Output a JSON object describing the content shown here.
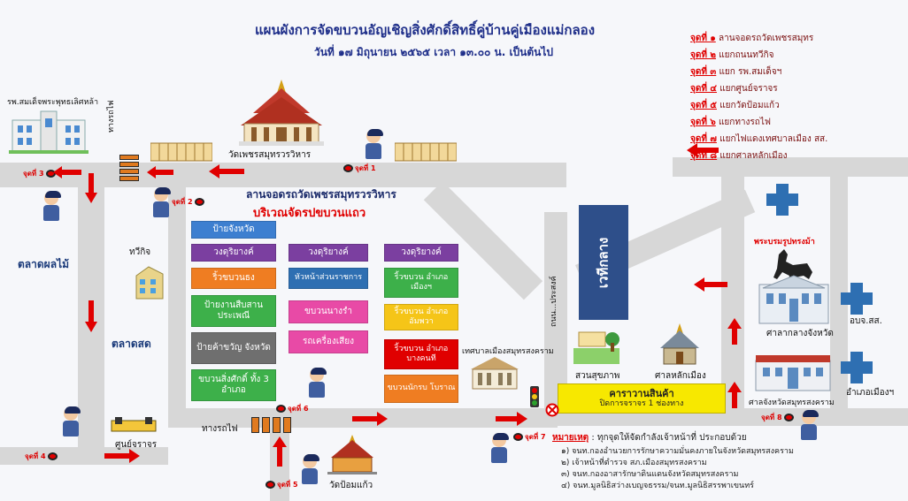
{
  "title": "แผนผังการจัดขบวนอัญเชิญสิ่งศักดิ์สิทธิ์คู่บ้านคู่เมืองแม่กลอง",
  "subtitle": "วันที่ ๑๗ มิถุนายน ๒๕๖๕ เวลา ๑๓.๐๐ น. เป็นต้นไป",
  "legend": [
    {
      "point": "จุดที่ ๑",
      "place": "ลานจอดรถวัดเพชรสมุทร"
    },
    {
      "point": "จุดที่ ๒",
      "place": "แยกถนนทวีกิจ"
    },
    {
      "point": "จุดที่ ๓",
      "place": "แยก รพ.สมเด็จฯ"
    },
    {
      "point": "จุดที่ ๔",
      "place": "แยกศูนย์จราจร"
    },
    {
      "point": "จุดที่ ๕",
      "place": "แยกวัดป้อมแก้ว"
    },
    {
      "point": "จุดที่ ๖",
      "place": "แยกทางรถไฟ"
    },
    {
      "point": "จุดที่ ๗",
      "place": "แยกไฟแดงเทศบาลเมือง สส."
    },
    {
      "point": "จุดที่ ๘",
      "place": "แยกศาลหลักเมือง"
    }
  ],
  "points": {
    "p1": "จุดที่ 1",
    "p2": "จุดที่ 2",
    "p3": "จุดที่ 3",
    "p4": "จุดที่ 4",
    "p5": "จุดที่ 5",
    "p6": "จุดที่ 6",
    "p7": "จุดที่ 7",
    "p8": "จุดที่ 8"
  },
  "places": {
    "hospital": "รพ.สมเด็จพระพุทธเลิศหล้า",
    "railway_top": "ทางรถไฟ",
    "temple_main": "วัดเพชรสมุทรวรวิหาร",
    "parking": "ลานจอดรถวัดเพชรสมุทรวรวิหาร",
    "assembly": "บริเวณจัดรปขบวนแถว",
    "thawikit": "ทวีกิจ",
    "fruit_market": "ตลาดผลไม้",
    "fresh_market": "ตลาดสด",
    "traffic_center": "ศูนย์จราจร",
    "railway_bottom": "ทางรถไฟ",
    "wat_pom_kaew": "วัดป้อมแก้ว",
    "road_name": "ถนน...ประสงค์",
    "stage": "เวทีกลาง",
    "municipality": "เทศบาลเมืองสมุทรสงคราม",
    "park": "สวนสุขภาพ",
    "city_pillar": "ศาลหลักเมือง",
    "king_monument": "พระบรมรูปทรงม้า",
    "provincial_hall": "ศาลากลางจังหวัด",
    "provincial_court": "ศาลจังหวัดสมุทรสงคราม",
    "obj": "อบจ.สส.",
    "district_office": "อำเภอเมืองฯ"
  },
  "parade": [
    {
      "label": "ป้ายจังหวัด",
      "color": "#3d7fd0"
    },
    {
      "label": "วงดุริยางค์",
      "color": "#7b3fa0"
    },
    {
      "label": "ริ้วขบวนธง",
      "color": "#ef7d22"
    },
    {
      "label": "ป้ายงานสืบสาน ประเพณี",
      "color": "#3db04a"
    },
    {
      "label": "ป้ายค้าขวัญ จังหวัด",
      "color": "#6f6f6f"
    },
    {
      "label": "ขบวนสิ่งศักดิ์ ทั้ง 3 อำเภอ",
      "color": "#3db04a"
    },
    {
      "label": "วงดุริยางค์",
      "color": "#7b3fa0"
    },
    {
      "label": "หัวหน้าส่วนราชการ",
      "color": "#2e6fb2"
    },
    {
      "label": "ขบวนนางรำ",
      "color": "#e84aa6"
    },
    {
      "label": "รถเครื่องเสียง",
      "color": "#e84aa6"
    },
    {
      "label": "วงดุริยางค์",
      "color": "#7b3fa0"
    },
    {
      "label": "ริ้วขบวน อำเภอเมืองฯ",
      "color": "#3db04a"
    },
    {
      "label": "ริ้วขบวน อำเภออัมพวา",
      "color": "#f5c518"
    },
    {
      "label": "ริ้วขบวน อำเภอบางคนที",
      "color": "#e00000"
    },
    {
      "label": "ขบวนนักรบ โบราณ",
      "color": "#ef7d22"
    }
  ],
  "market_sign": {
    "title": "คาราวานสินค้า",
    "sub": "ปิดการจราจร 1 ช่องทาง"
  },
  "notes": {
    "heading": "หมายเหตุ",
    "intro": "ทุกจุดให้จัดกำลังเจ้าหน้าที่ ประกอบด้วย",
    "items": [
      "๑)   จนท.กองอำนวยการรักษาความมั่นคงภายในจังหวัดสมุทรสงคราม",
      "๒)   เจ้าหน้าที่ตำรวจ สภ.เมืองสมุทรสงคราม",
      "๓)   จนท.กองอาสารักษาดินแดนจังหวัดสมุทรสงคราม",
      "๔)   จนท.มูลนิธิสว่างเบญจธรรม/จนท.มูลนิธิสรรพาเขนทร์"
    ]
  },
  "colors": {
    "road": "#d7d7d7",
    "arrow": "#e00000",
    "title": "#1f2f8a",
    "stage": "#2e4f8a",
    "market": "#f7e800"
  }
}
